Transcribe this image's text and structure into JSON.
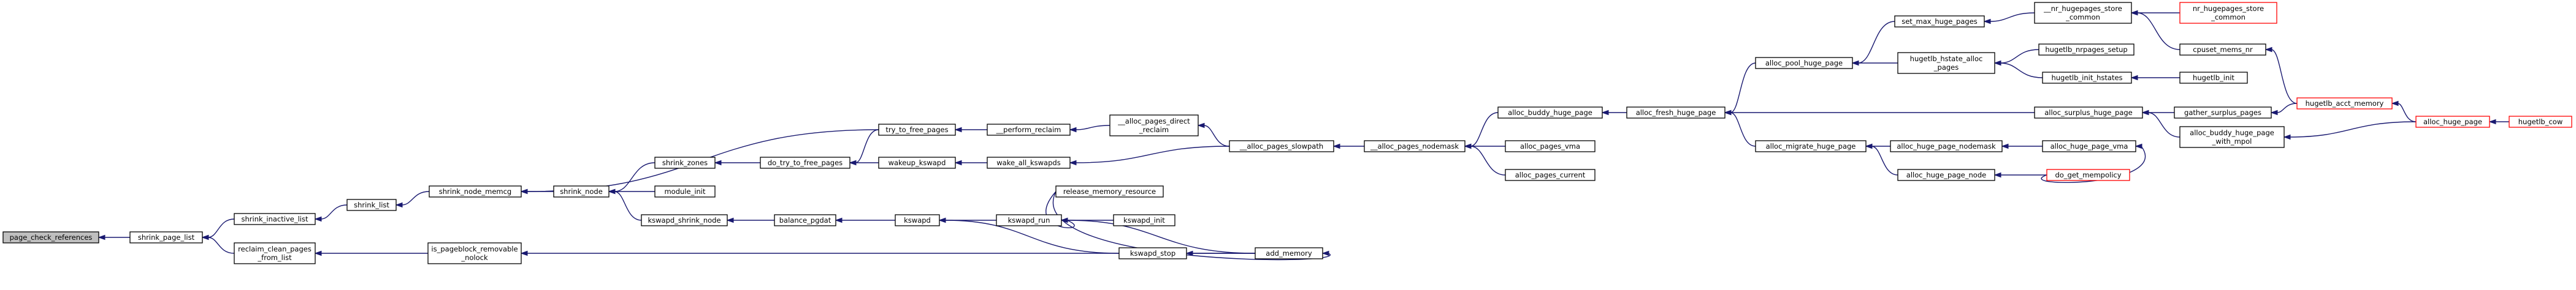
{
  "graph": {
    "nodes": [
      {
        "id": "page_check_references",
        "lines": [
          "page_check_references"
        ],
        "style": "root"
      },
      {
        "id": "shrink_page_list",
        "lines": [
          "shrink_page_list"
        ]
      },
      {
        "id": "shrink_inactive_list",
        "lines": [
          "shrink_inactive_list"
        ]
      },
      {
        "id": "reclaim_clean_pages_from_list",
        "lines": [
          "reclaim_clean_pages",
          "_from_list"
        ]
      },
      {
        "id": "shrink_list",
        "lines": [
          "shrink_list"
        ]
      },
      {
        "id": "is_pageblock_removable_nolock",
        "lines": [
          "is_pageblock_removable",
          "_nolock"
        ]
      },
      {
        "id": "shrink_node_memcg",
        "lines": [
          "shrink_node_memcg"
        ]
      },
      {
        "id": "shrink_node",
        "lines": [
          "shrink_node"
        ]
      },
      {
        "id": "shrink_zones",
        "lines": [
          "shrink_zones"
        ]
      },
      {
        "id": "module_init",
        "lines": [
          "module_init"
        ]
      },
      {
        "id": "kswapd_shrink_node",
        "lines": [
          "kswapd_shrink_node"
        ]
      },
      {
        "id": "do_try_to_free_pages",
        "lines": [
          "do_try_to_free_pages"
        ]
      },
      {
        "id": "balance_pgdat",
        "lines": [
          "balance_pgdat"
        ]
      },
      {
        "id": "try_to_free_pages",
        "lines": [
          "try_to_free_pages"
        ]
      },
      {
        "id": "wakeup_kswapd",
        "lines": [
          "wakeup_kswapd"
        ]
      },
      {
        "id": "kswapd",
        "lines": [
          "kswapd"
        ]
      },
      {
        "id": "__perform_reclaim",
        "lines": [
          "__perform_reclaim"
        ]
      },
      {
        "id": "wake_all_kswapds",
        "lines": [
          "wake_all_kswapds"
        ]
      },
      {
        "id": "kswapd_run",
        "lines": [
          "kswapd_run"
        ]
      },
      {
        "id": "kswapd_stop",
        "lines": [
          "kswapd_stop"
        ]
      },
      {
        "id": "__alloc_pages_direct_reclaim",
        "lines": [
          "__alloc_pages_direct",
          "_reclaim"
        ]
      },
      {
        "id": "release_memory_resource",
        "lines": [
          "release_memory_resource"
        ]
      },
      {
        "id": "kswapd_init",
        "lines": [
          "kswapd_init"
        ]
      },
      {
        "id": "add_memory",
        "lines": [
          "add_memory"
        ]
      },
      {
        "id": "__alloc_pages_slowpath",
        "lines": [
          "__alloc_pages_slowpath"
        ]
      },
      {
        "id": "__alloc_pages_nodemask",
        "lines": [
          "__alloc_pages_nodemask"
        ]
      },
      {
        "id": "alloc_buddy_huge_page",
        "lines": [
          "alloc_buddy_huge_page"
        ]
      },
      {
        "id": "alloc_pages_vma",
        "lines": [
          "alloc_pages_vma"
        ]
      },
      {
        "id": "alloc_pages_current",
        "lines": [
          "alloc_pages_current"
        ]
      },
      {
        "id": "alloc_fresh_huge_page",
        "lines": [
          "alloc_fresh_huge_page"
        ]
      },
      {
        "id": "alloc_pool_huge_page",
        "lines": [
          "alloc_pool_huge_page"
        ]
      },
      {
        "id": "alloc_migrate_huge_page",
        "lines": [
          "alloc_migrate_huge_page"
        ]
      },
      {
        "id": "set_max_huge_pages",
        "lines": [
          "set_max_huge_pages"
        ]
      },
      {
        "id": "hugetlb_hstate_alloc_pages",
        "lines": [
          "hugetlb_hstate_alloc",
          "_pages"
        ]
      },
      {
        "id": "alloc_huge_page_nodemask",
        "lines": [
          "alloc_huge_page_nodemask"
        ]
      },
      {
        "id": "alloc_huge_page_node",
        "lines": [
          "alloc_huge_page_node"
        ]
      },
      {
        "id": "__nr_hugepages_store_common",
        "lines": [
          "__nr_hugepages_store",
          "_common"
        ]
      },
      {
        "id": "hugetlb_nrpages_setup",
        "lines": [
          "hugetlb_nrpages_setup"
        ]
      },
      {
        "id": "hugetlb_init_hstates",
        "lines": [
          "hugetlb_init_hstates"
        ]
      },
      {
        "id": "alloc_surplus_huge_page",
        "lines": [
          "alloc_surplus_huge_page"
        ]
      },
      {
        "id": "alloc_huge_page_vma",
        "lines": [
          "alloc_huge_page_vma"
        ]
      },
      {
        "id": "do_get_mempolicy",
        "lines": [
          "do_get_mempolicy"
        ],
        "style": "red"
      },
      {
        "id": "nr_hugepages_store_common",
        "lines": [
          "nr_hugepages_store",
          "_common"
        ],
        "style": "red"
      },
      {
        "id": "cpuset_mems_nr",
        "lines": [
          "cpuset_mems_nr"
        ]
      },
      {
        "id": "hugetlb_init",
        "lines": [
          "hugetlb_init"
        ]
      },
      {
        "id": "gather_surplus_pages",
        "lines": [
          "gather_surplus_pages"
        ]
      },
      {
        "id": "alloc_buddy_huge_page_with_mpol",
        "lines": [
          "alloc_buddy_huge_page",
          "_with_mpol"
        ]
      },
      {
        "id": "hugetlb_acct_memory",
        "lines": [
          "hugetlb_acct_memory"
        ],
        "style": "red"
      },
      {
        "id": "alloc_huge_page",
        "lines": [
          "alloc_huge_page"
        ],
        "style": "red"
      },
      {
        "id": "hugetlb_cow",
        "lines": [
          "hugetlb_cow"
        ],
        "style": "red"
      }
    ],
    "edges": [
      [
        "shrink_page_list",
        "page_check_references"
      ],
      [
        "shrink_inactive_list",
        "shrink_page_list"
      ],
      [
        "reclaim_clean_pages_from_list",
        "shrink_page_list"
      ],
      [
        "shrink_list",
        "shrink_inactive_list"
      ],
      [
        "is_pageblock_removable_nolock",
        "reclaim_clean_pages_from_list"
      ],
      [
        "shrink_node_memcg",
        "shrink_list"
      ],
      [
        "shrink_node",
        "shrink_node_memcg"
      ],
      [
        "try_to_free_pages",
        "shrink_node_memcg"
      ],
      [
        "shrink_zones",
        "shrink_node"
      ],
      [
        "module_init",
        "shrink_node"
      ],
      [
        "kswapd_shrink_node",
        "shrink_node"
      ],
      [
        "do_try_to_free_pages",
        "shrink_zones"
      ],
      [
        "balance_pgdat",
        "kswapd_shrink_node"
      ],
      [
        "try_to_free_pages",
        "do_try_to_free_pages"
      ],
      [
        "wakeup_kswapd",
        "do_try_to_free_pages"
      ],
      [
        "kswapd",
        "balance_pgdat"
      ],
      [
        "__perform_reclaim",
        "try_to_free_pages"
      ],
      [
        "wake_all_kswapds",
        "wakeup_kswapd"
      ],
      [
        "kswapd_run",
        "kswapd"
      ],
      [
        "kswapd_stop",
        "kswapd"
      ],
      [
        "__alloc_pages_direct_reclaim",
        "__perform_reclaim"
      ],
      [
        "__alloc_pages_slowpath",
        "__alloc_pages_direct_reclaim"
      ],
      [
        "__alloc_pages_slowpath",
        "wake_all_kswapds"
      ],
      [
        "release_memory_resource",
        "kswapd_run"
      ],
      [
        "kswapd_init",
        "kswapd_run"
      ],
      [
        "add_memory",
        "kswapd_run"
      ],
      [
        "add_memory",
        "kswapd_stop"
      ],
      [
        "add_memory",
        "is_pageblock_removable_nolock"
      ],
      [
        "release_memory_resource",
        "add_memory"
      ],
      [
        "__alloc_pages_nodemask",
        "__alloc_pages_slowpath"
      ],
      [
        "alloc_buddy_huge_page",
        "__alloc_pages_nodemask"
      ],
      [
        "alloc_pages_vma",
        "__alloc_pages_nodemask"
      ],
      [
        "alloc_pages_current",
        "__alloc_pages_nodemask"
      ],
      [
        "alloc_fresh_huge_page",
        "alloc_buddy_huge_page"
      ],
      [
        "alloc_pool_huge_page",
        "alloc_fresh_huge_page"
      ],
      [
        "alloc_migrate_huge_page",
        "alloc_fresh_huge_page"
      ],
      [
        "alloc_surplus_huge_page",
        "alloc_fresh_huge_page"
      ],
      [
        "set_max_huge_pages",
        "alloc_pool_huge_page"
      ],
      [
        "hugetlb_hstate_alloc_pages",
        "alloc_pool_huge_page"
      ],
      [
        "alloc_huge_page_nodemask",
        "alloc_migrate_huge_page"
      ],
      [
        "alloc_huge_page_node",
        "alloc_migrate_huge_page"
      ],
      [
        "__nr_hugepages_store_common",
        "set_max_huge_pages"
      ],
      [
        "hugetlb_nrpages_setup",
        "hugetlb_hstate_alloc_pages"
      ],
      [
        "hugetlb_init_hstates",
        "hugetlb_hstate_alloc_pages"
      ],
      [
        "alloc_huge_page_vma",
        "alloc_huge_page_nodemask"
      ],
      [
        "do_get_mempolicy",
        "alloc_huge_page_node"
      ],
      [
        "do_get_mempolicy",
        "alloc_huge_page_vma"
      ],
      [
        "nr_hugepages_store_common",
        "__nr_hugepages_store_common"
      ],
      [
        "cpuset_mems_nr",
        "__nr_hugepages_store_common"
      ],
      [
        "hugetlb_init",
        "hugetlb_init_hstates"
      ],
      [
        "gather_surplus_pages",
        "alloc_surplus_huge_page"
      ],
      [
        "alloc_buddy_huge_page_with_mpol",
        "alloc_surplus_huge_page"
      ],
      [
        "hugetlb_acct_memory",
        "gather_surplus_pages"
      ],
      [
        "hugetlb_acct_memory",
        "cpuset_mems_nr"
      ],
      [
        "alloc_huge_page",
        "hugetlb_acct_memory"
      ],
      [
        "alloc_huge_page",
        "alloc_buddy_huge_page_with_mpol"
      ],
      [
        "hugetlb_cow",
        "alloc_huge_page"
      ]
    ]
  }
}
